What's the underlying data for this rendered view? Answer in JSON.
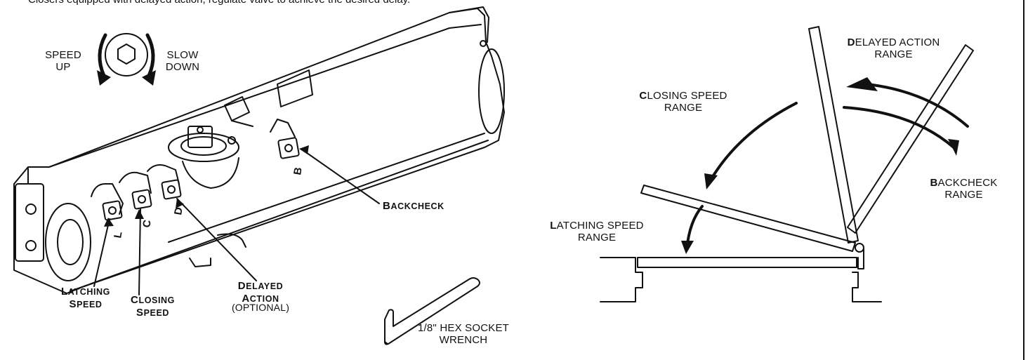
{
  "header_text": "Closers equipped with delayed action, regulate valve to achieve the desired delay.",
  "left_diagram": {
    "speed_up": [
      "SPEED",
      "UP"
    ],
    "slow_down": [
      "SLOW",
      "DOWN"
    ],
    "valve_letters": [
      "L",
      "C",
      "D",
      "B"
    ],
    "backcheck": {
      "cap": "B",
      "rest": "ACKCHECK"
    },
    "latching_speed": [
      {
        "cap": "L",
        "rest": "ATCHING"
      },
      {
        "cap": "S",
        "rest": "PEED"
      }
    ],
    "closing_speed": [
      {
        "cap": "C",
        "rest": "LOSING"
      },
      {
        "cap": "S",
        "rest": "PEED"
      }
    ],
    "delayed_action": [
      {
        "cap": "D",
        "rest": "ELAYED"
      },
      {
        "cap": "A",
        "rest": "CTION"
      }
    ],
    "optional": "(OPTIONAL)",
    "wrench": [
      "1/8\" HEX SOCKET",
      "WRENCH"
    ]
  },
  "right_diagram": {
    "delayed_action_range": {
      "cap": "D",
      "rest": "ELAYED ACTION",
      "line2": "RANGE"
    },
    "closing_speed_range": {
      "cap": "C",
      "rest": "LOSING SPEED",
      "line2": "RANGE"
    },
    "backcheck_range": {
      "cap": "B",
      "rest": "ACKCHECK",
      "line2": "RANGE"
    },
    "latching_speed_range": {
      "cap": "L",
      "rest": "ATCHING SPEED",
      "line2": "RANGE"
    }
  }
}
